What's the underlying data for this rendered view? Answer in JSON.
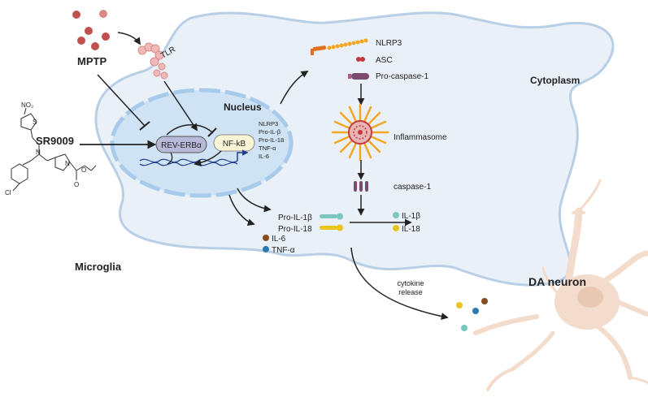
{
  "labels": {
    "mptp": "MPTP",
    "tlr": "TLR",
    "sr9009": "SR9009",
    "nucleus": "Nucleus",
    "cytoplasm": "Cytoplasm",
    "microglia": "Microglia",
    "da_neuron": "DA neuron",
    "rev_erba": "REV-ERBα",
    "nfkb": "NF-kB",
    "nlrp3": "NLRP3",
    "asc": "ASC",
    "pro_caspase1": "Pro-caspase-1",
    "inflammasome": "Inflammasome",
    "caspase1": "caspase-1",
    "pro_il1b": "Pro-IL-1β",
    "pro_il18": "Pro-IL-18",
    "il1b": "IL-1β",
    "il18": "IL-18",
    "il6": "IL-6",
    "tnfa": "TNF-α",
    "cytokine": "cytokine",
    "release": "release"
  },
  "gene_list": [
    "NLRP3",
    "Pro-IL-β",
    "Pro-IL-18",
    "TNF-α",
    "IL-6"
  ],
  "molecule_labels": {
    "no2": "NO₂",
    "cl": "Cl",
    "n": "N",
    "s": "S",
    "o": "O"
  },
  "colors": {
    "mptp_red": "#c0504d",
    "sr9009_purple": "#8a2d8f",
    "cell_fill": "#e9f0f8",
    "nucleus_fill": "#cfe3f5",
    "neuron": "#f3dccb",
    "il1b_teal": "#7cc7bd",
    "il18_yellow": "#e8c51d",
    "il6_brown": "#8a4b1f",
    "tnfa_blue": "#2b7bb0"
  }
}
